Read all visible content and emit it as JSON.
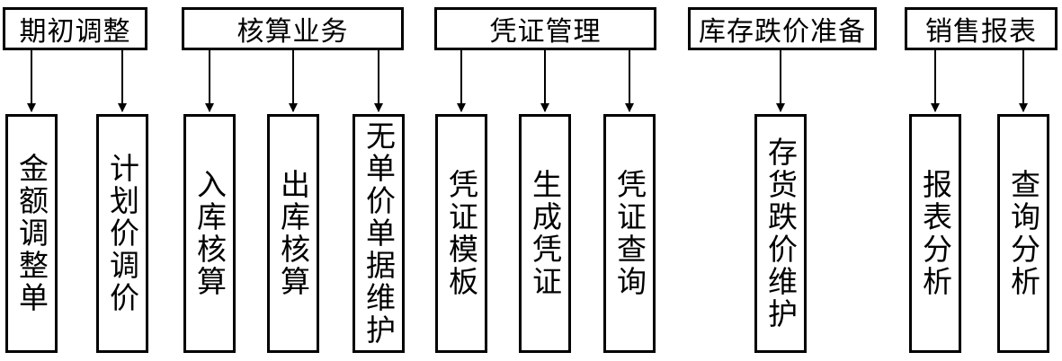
{
  "categories": [
    {
      "label": "期初调整",
      "children": [
        "金额调整单",
        "计划价调价"
      ]
    },
    {
      "label": "核算业务",
      "children": [
        "入库核算",
        "出库核算",
        "无单价单据维护"
      ]
    },
    {
      "label": "凭证管理",
      "children": [
        "凭证模板",
        "生成凭证",
        "凭证查询"
      ]
    },
    {
      "label": "库存跌价准备",
      "children": [
        "存货跌价维护"
      ]
    },
    {
      "label": "销售报表",
      "children": [
        "报表分析",
        "查询分析"
      ]
    }
  ],
  "colors": {
    "line": "#000000",
    "background": "#ffffff"
  }
}
